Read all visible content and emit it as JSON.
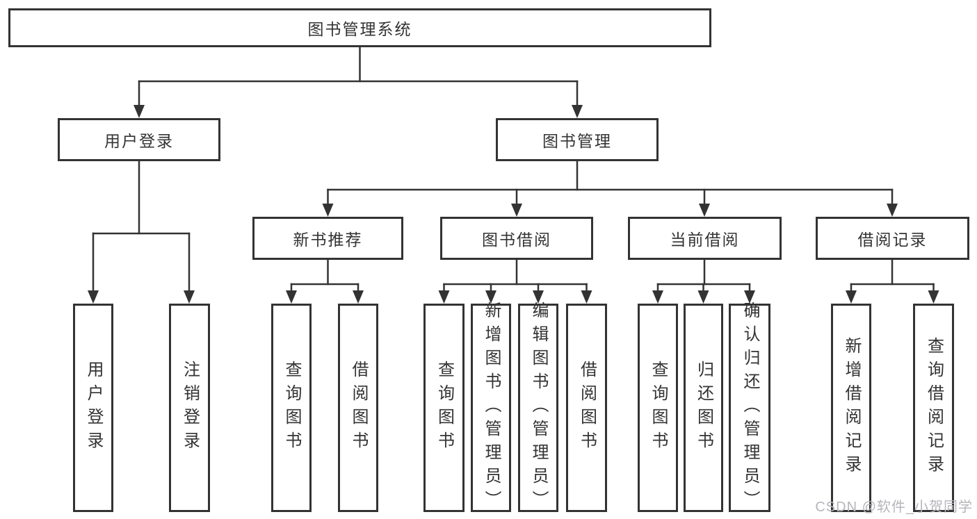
{
  "diagram": {
    "title": "图书管理系统",
    "tree": {
      "root": {
        "label": "图书管理系统"
      },
      "branches": [
        {
          "label": "用户登录",
          "children": [
            {
              "label": "用户登录"
            },
            {
              "label": "注销登录"
            }
          ]
        },
        {
          "label": "图书管理",
          "children": [
            {
              "label": "新书推荐",
              "children": [
                {
                  "label": "查询图书"
                },
                {
                  "label": "借阅图书"
                }
              ]
            },
            {
              "label": "图书借阅",
              "children": [
                {
                  "label": "查询图书"
                },
                {
                  "label": "新增图书（管理员）"
                },
                {
                  "label": "编辑图书（管理员）"
                },
                {
                  "label": "借阅图书"
                }
              ]
            },
            {
              "label": "当前借阅",
              "children": [
                {
                  "label": "查询图书"
                },
                {
                  "label": "归还图书"
                },
                {
                  "label": "确认归还（管理员）"
                }
              ]
            },
            {
              "label": "借阅记录",
              "children": [
                {
                  "label": "新增借阅记录"
                },
                {
                  "label": "查询借阅记录"
                }
              ]
            }
          ]
        }
      ]
    }
  },
  "watermark": {
    "text": "CSDN @软件_小贺同学"
  },
  "colors": {
    "line": "#333333",
    "box_fill": "#ffffff",
    "text": "#333333",
    "background": "#ffffff",
    "watermark": "#b5b5bb"
  }
}
